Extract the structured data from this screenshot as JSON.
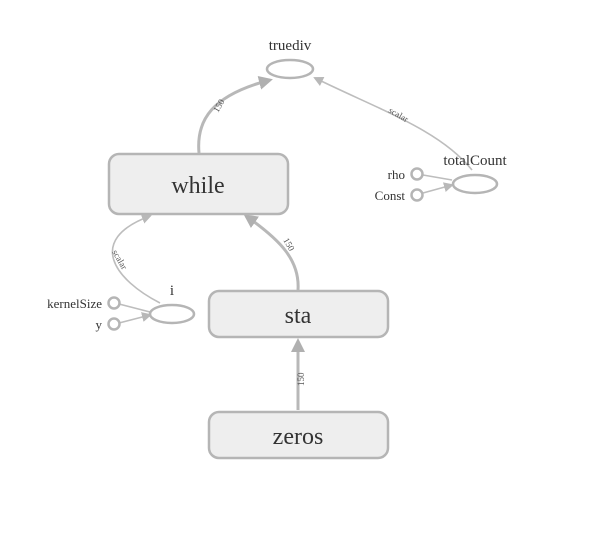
{
  "nodes": {
    "truediv": "truediv",
    "while": "while",
    "total_count": "totalCount",
    "rho": "rho",
    "const": "Const",
    "i": "i",
    "kernel_size": "kernelSize",
    "y": "y",
    "sta": "sta",
    "zeros": "zeros"
  },
  "edges": {
    "while_to_truediv": "150",
    "totalcount_to_truediv": "scalar",
    "i_to_while": "scalar",
    "sta_to_while": "150",
    "zeros_to_sta": "150"
  },
  "colors": {
    "node_fill": "#eeeeee",
    "node_stroke": "#b5b5b5",
    "edge": "#bdbdbd"
  }
}
